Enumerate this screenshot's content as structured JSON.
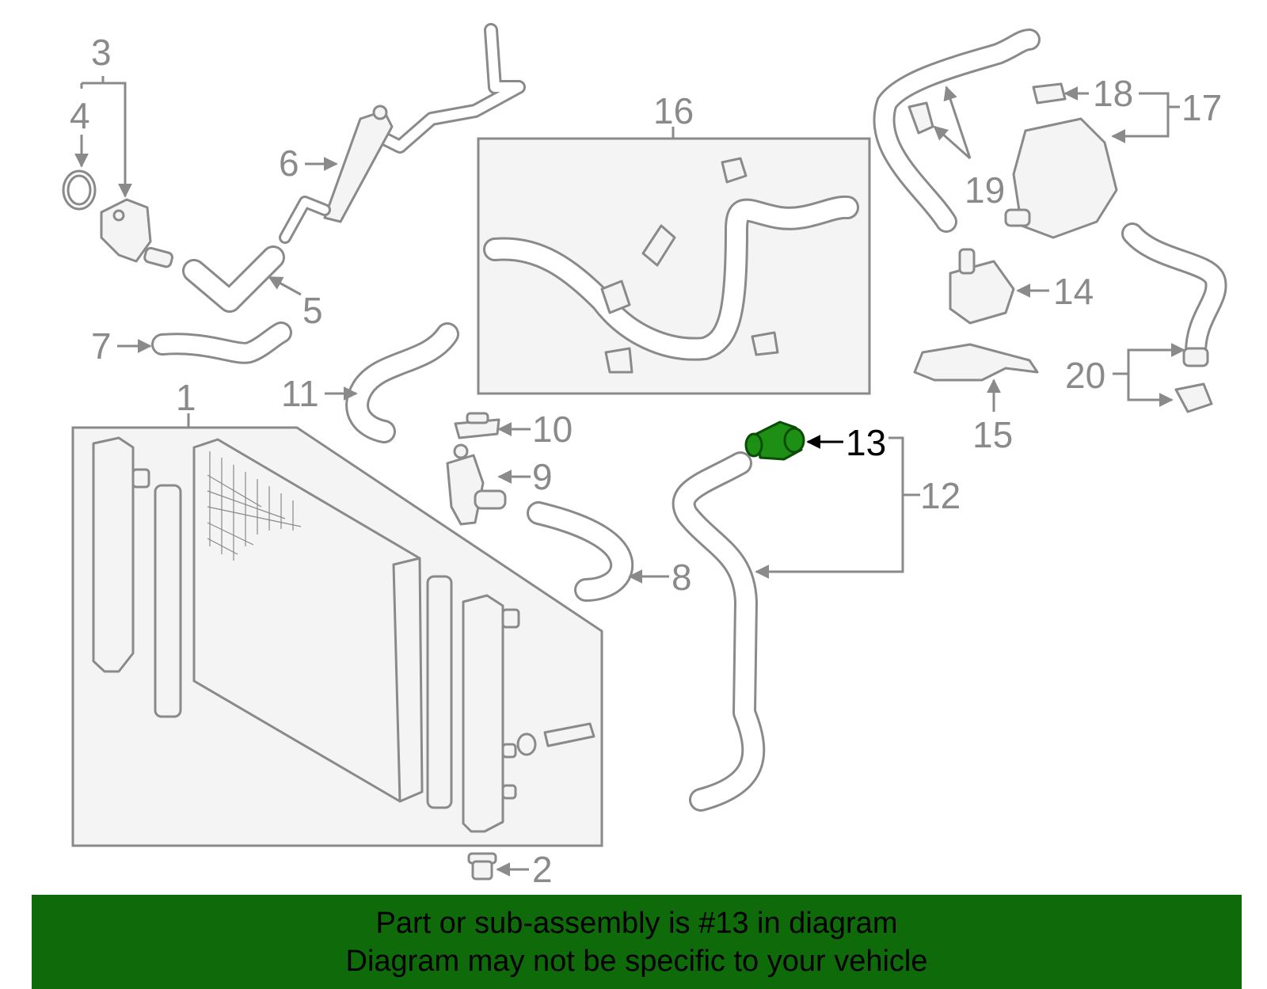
{
  "diagram": {
    "callouts": {
      "c1": "1",
      "c2": "2",
      "c3": "3",
      "c4": "4",
      "c5": "5",
      "c6": "6",
      "c7": "7",
      "c8": "8",
      "c9": "9",
      "c10": "10",
      "c11": "11",
      "c12": "12",
      "c13": "13",
      "c14": "14",
      "c15": "15",
      "c16": "16",
      "c17": "17",
      "c18": "18",
      "c19": "19",
      "c20": "20"
    },
    "highlighted_part": "13",
    "colors": {
      "line": "#8a8a8a",
      "highlight": "#1d8f14",
      "banner": "#0f6a0a"
    }
  },
  "banner": {
    "line1": "Part or sub-assembly is #13 in diagram",
    "line2": "Diagram may not be specific to your vehicle"
  }
}
